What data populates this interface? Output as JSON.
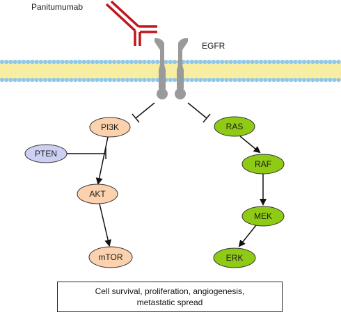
{
  "drug": {
    "label": "Panitumumab",
    "color": "#c0151a"
  },
  "receptor": {
    "label": "EGFR",
    "color": "#9a9a9a"
  },
  "membrane": {
    "head_color": "#8ec8ea",
    "tail_color": "#f7eea4"
  },
  "pi3k_pathway": {
    "color": "#fbd2ad",
    "nodes": [
      "PI3K",
      "AKT",
      "mTOR"
    ],
    "inhibitor": {
      "label": "PTEN",
      "color": "#cdd0f2"
    }
  },
  "ras_pathway": {
    "color": "#8fcb14",
    "nodes": [
      "RAS",
      "RAF",
      "MEK",
      "ERK"
    ]
  },
  "outcome": {
    "line1": "Cell survival, proliferation, angiogenesis,",
    "line2": "metastatic spread"
  }
}
